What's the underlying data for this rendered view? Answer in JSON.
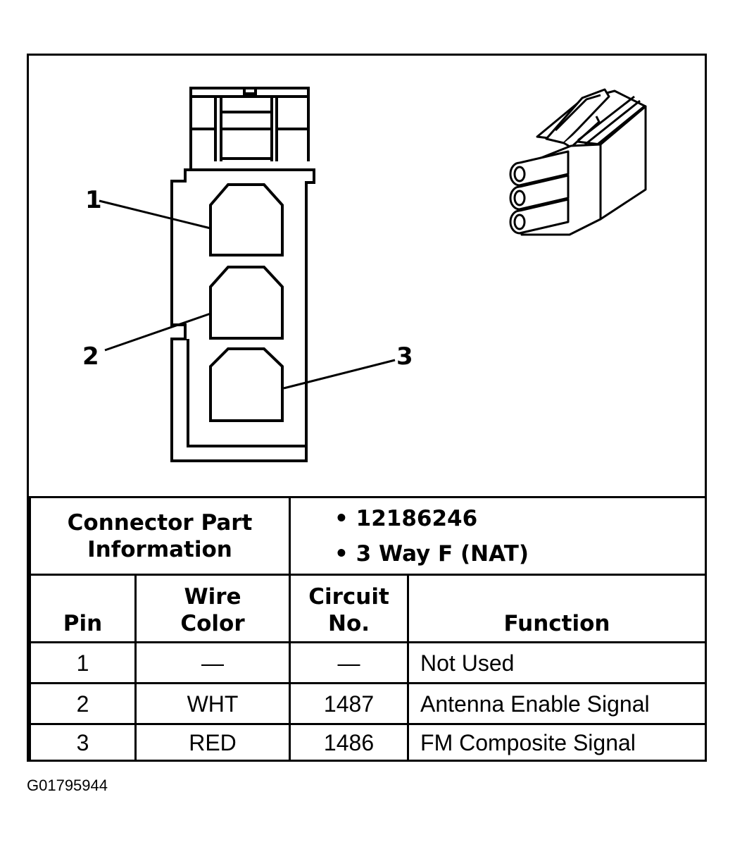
{
  "diagram": {
    "pin_callouts": [
      "1",
      "2",
      "3"
    ],
    "icons": [
      "connector-face-view",
      "connector-3d-view"
    ]
  },
  "connector_info": {
    "label_line1": "Connector Part",
    "label_line2": "Information",
    "bullets": [
      "• 12186246",
      "• 3 Way F (NAT)"
    ]
  },
  "table": {
    "headers": {
      "pin": "Pin",
      "wire_color_line1": "Wire",
      "wire_color_line2": "Color",
      "circuit_line1": "Circuit",
      "circuit_line2": "No.",
      "function": "Function"
    },
    "rows": [
      {
        "pin": "1",
        "wire_color": "—",
        "circuit": "—",
        "function": "Not Used"
      },
      {
        "pin": "2",
        "wire_color": "WHT",
        "circuit": "1487",
        "function": "Antenna Enable Signal"
      },
      {
        "pin": "3",
        "wire_color": "RED",
        "circuit": "1486",
        "function": "FM Composite Signal"
      }
    ]
  },
  "figure_id": "G01795944"
}
